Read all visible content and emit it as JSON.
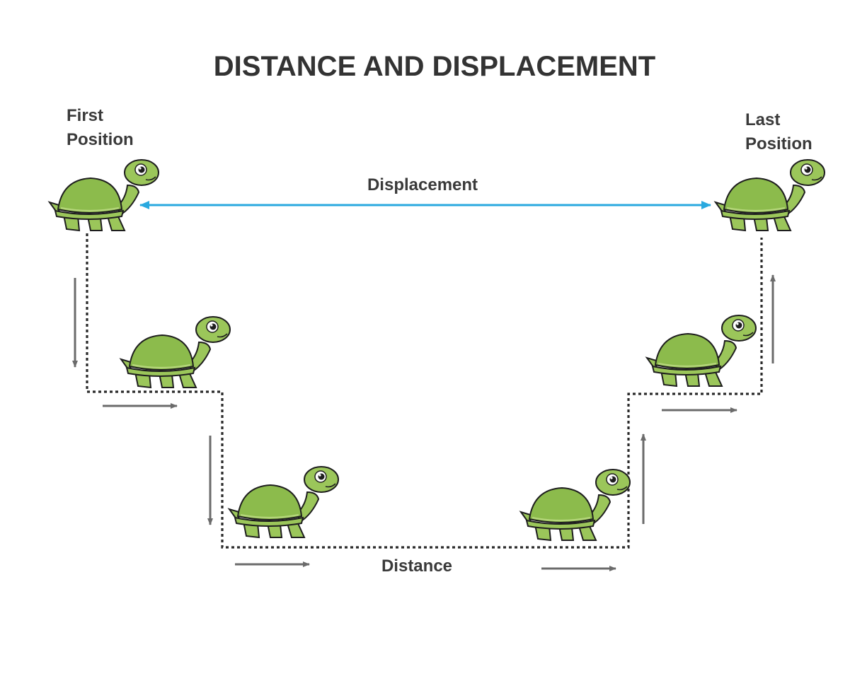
{
  "title": "DISTANCE AND DISPLACEMENT",
  "labels": {
    "first_position": [
      "First",
      "Position"
    ],
    "last_position": [
      "Last",
      "Position"
    ],
    "displacement": "Displacement",
    "distance": "Distance"
  },
  "colors": {
    "displacement_arrow": "#29a9df",
    "distance_path": "#2a2a2a",
    "direction_arrows": "#6b6b6b",
    "turtle_body": "#9bc65a",
    "turtle_shell": "#8cbb4c",
    "turtle_shell_band": "#b5d67b",
    "outline": "#1e1e1e"
  },
  "icons": {
    "turtle": "turtle-icon",
    "arrow": "arrow-icon"
  }
}
